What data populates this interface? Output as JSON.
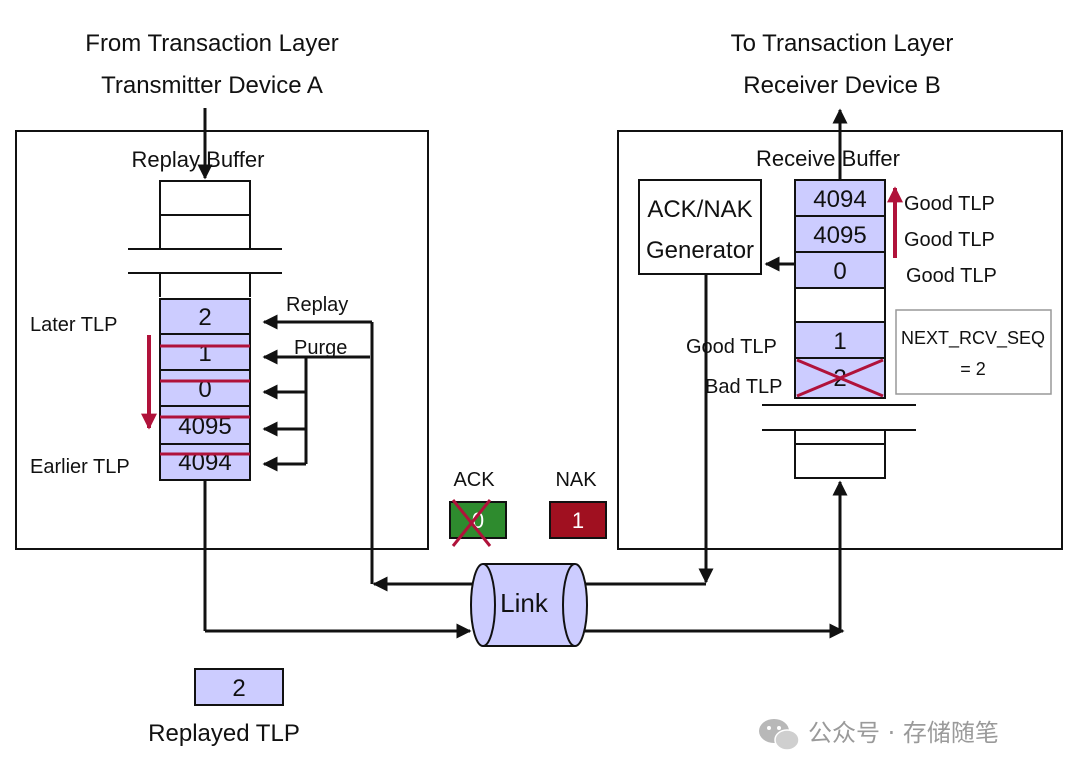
{
  "header": {
    "left_line1": "From Transaction Layer",
    "left_line2": "Transmitter Device A",
    "right_line1": "To Transaction Layer",
    "right_line2": "Receiver Device B"
  },
  "transmitter": {
    "title": "Replay Buffer",
    "later_label": "Later TLP",
    "earlier_label": "Earlier TLP",
    "replay_label": "Replay",
    "purge_label": "Purge",
    "slots": [
      "2",
      "1",
      "0",
      "4095",
      "4094"
    ]
  },
  "receiver": {
    "title": "Receive Buffer",
    "generator_line1": "ACK/NAK",
    "generator_line2": "Generator",
    "slots": [
      "4094",
      "4095",
      "0",
      "1",
      "2"
    ],
    "good_labels": [
      "Good TLP",
      "Good TLP",
      "Good TLP"
    ],
    "good_tlp_label": "Good TLP",
    "bad_tlp_label": "Bad TLP",
    "next_seq_line1": "NEXT_RCV_SEQ",
    "next_seq_line2": "= 2"
  },
  "dllp": {
    "ack_label": "ACK",
    "ack_value": "0",
    "nak_label": "NAK",
    "nak_value": "1"
  },
  "link": {
    "label": "Link"
  },
  "replayed": {
    "value": "2",
    "label": "Replayed TLP"
  },
  "watermark": {
    "text": "公众号 · 存储随笔"
  },
  "colors": {
    "slot_fill": "#ccccff",
    "strike_red": "#b0123a",
    "ack_green": "#2e8b2e",
    "nak_red": "#a01020",
    "link_fill": "#ccccff"
  }
}
